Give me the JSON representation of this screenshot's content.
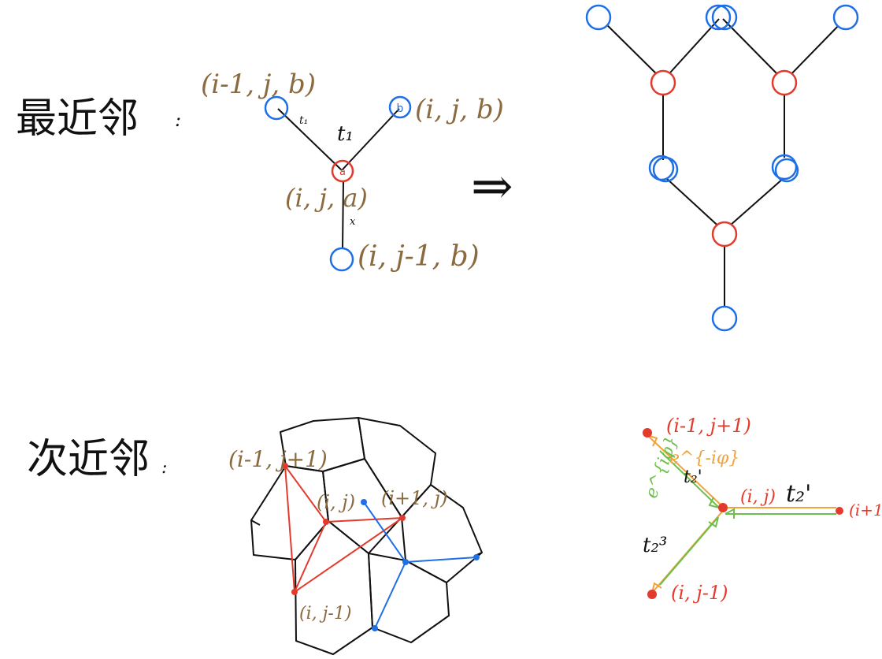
{
  "nn": {
    "heading": "最近邻",
    "colon": ":",
    "neighbor_top_left": "(i-1, j, b)",
    "neighbor_top_right": "(i, j, b)",
    "center_site": "(i, j, a)",
    "neighbor_bottom": "(i, j-1, b)",
    "hop_label": "t₁",
    "hop_label_small": "t₁",
    "hop_label_scribble": "x",
    "node_a": "a",
    "node_b": "b",
    "arrow": "⇒"
  },
  "nnn": {
    "heading": "次近邻",
    "colon": ":",
    "site_top": "(i-1, j+1)",
    "site_center": "(i, j)",
    "site_right": "(i+1, j)",
    "site_bottom": "(i, j-1)"
  },
  "hop": {
    "site_top": "(i-1, j+1)",
    "site_center": "(i, j)",
    "site_right": "(i+1",
    "site_bottom": "(i, j-1)",
    "phase_out": "e^{-iφ}",
    "phase_in": "e^{iφ}",
    "t_prime_1": "t₂'",
    "t_prime_2": "t₂'",
    "t_prime_3": "t₂³"
  },
  "colors": {
    "red_site": "#e23b2d",
    "blue_site": "#1f6fe5",
    "label_brown": "#8a6a3e",
    "green_arrow": "#6cbf4b",
    "orange_arrow": "#f0a33a"
  }
}
